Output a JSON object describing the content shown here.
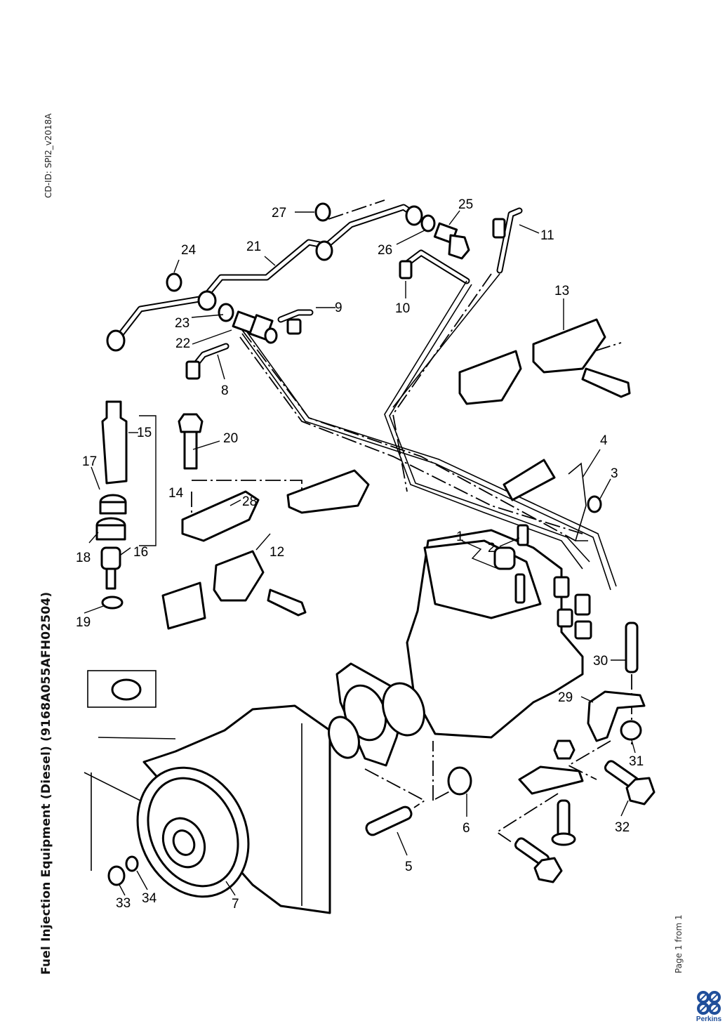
{
  "document": {
    "cd_id": "CD-ID: SPI2_v2018A",
    "title": "Fuel Injection Equipment (Diesel) (9168A055AFH02504)",
    "page_info": "Page 1 from 1",
    "brand": "Perkins",
    "brand_color": "#1f4e9a"
  },
  "callouts": [
    {
      "id": "1",
      "label": "1",
      "part": "fuel-injection-pump"
    },
    {
      "id": "2",
      "label": "2",
      "part": "banjo-union"
    },
    {
      "id": "3",
      "label": "3",
      "part": "plug"
    },
    {
      "id": "4",
      "label": "4",
      "part": "seal-wire"
    },
    {
      "id": "5",
      "label": "5",
      "part": "stud"
    },
    {
      "id": "6",
      "label": "6",
      "part": "nut"
    },
    {
      "id": "7",
      "label": "7",
      "part": "pump-gear"
    },
    {
      "id": "8",
      "label": "8",
      "part": "fuel-pipe"
    },
    {
      "id": "9",
      "label": "9",
      "part": "fuel-pipe"
    },
    {
      "id": "10",
      "label": "10",
      "part": "fuel-pipe"
    },
    {
      "id": "11",
      "label": "11",
      "part": "fuel-pipe"
    },
    {
      "id": "12",
      "label": "12",
      "part": "pipe-clamp"
    },
    {
      "id": "13",
      "label": "13",
      "part": "pipe-clamp"
    },
    {
      "id": "14",
      "label": "14",
      "part": "injector-assembly"
    },
    {
      "id": "15",
      "label": "15",
      "part": "injector-body"
    },
    {
      "id": "16",
      "label": "16",
      "part": "nozzle"
    },
    {
      "id": "17",
      "label": "17",
      "part": "seal"
    },
    {
      "id": "18",
      "label": "18",
      "part": "sleeve"
    },
    {
      "id": "19",
      "label": "19",
      "part": "washer"
    },
    {
      "id": "20",
      "label": "20",
      "part": "setscrew"
    },
    {
      "id": "21",
      "label": "21",
      "part": "leak-off-pipe"
    },
    {
      "id": "22",
      "label": "22",
      "part": "banjo-bolt"
    },
    {
      "id": "23",
      "label": "23",
      "part": "washer"
    },
    {
      "id": "24",
      "label": "24",
      "part": "washer"
    },
    {
      "id": "25",
      "label": "25",
      "part": "banjo-bolt"
    },
    {
      "id": "26",
      "label": "26",
      "part": "washer"
    },
    {
      "id": "27",
      "label": "27",
      "part": "washer"
    },
    {
      "id": "28",
      "label": "28",
      "part": "clamp"
    },
    {
      "id": "29",
      "label": "29",
      "part": "bracket"
    },
    {
      "id": "30",
      "label": "30",
      "part": "stud"
    },
    {
      "id": "31",
      "label": "31",
      "part": "nut"
    },
    {
      "id": "32",
      "label": "32",
      "part": "setscrew"
    },
    {
      "id": "33",
      "label": "33",
      "part": "nut"
    },
    {
      "id": "34",
      "label": "34",
      "part": "washer"
    }
  ]
}
